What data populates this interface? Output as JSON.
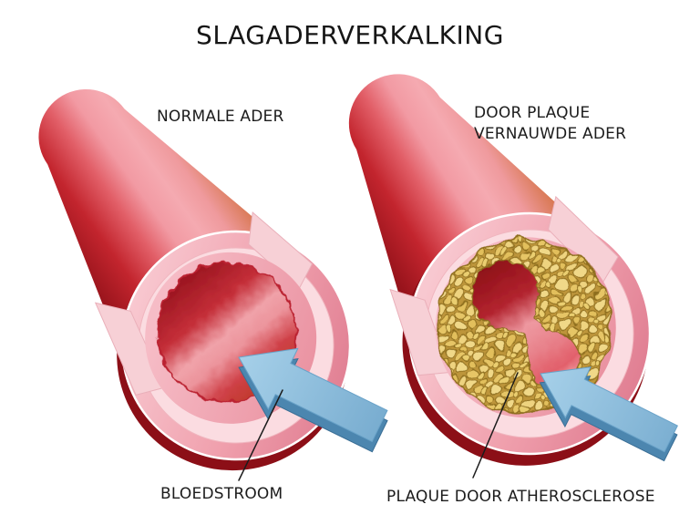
{
  "title": "SLAGADERVERKALKING",
  "panels": {
    "left": {
      "label": "NORMALE ADER",
      "caption": "BLOEDSTROOM"
    },
    "right": {
      "label_line1": "DOOR PLAQUE",
      "label_line2": "VERNAUWDE ADER",
      "caption": "PLAQUE DOOR ATHEROSCLEROSE"
    }
  },
  "icons": {
    "blood_flow_arrow_left": "arrow-pointing-up-left-into-vessel",
    "blood_flow_arrow_right": "arrow-pointing-up-left-into-narrowed-vessel"
  },
  "colors": {
    "background": "#ffffff",
    "text": "#1c1c1c",
    "artery_dark_red": "#8c0f17",
    "artery_red": "#c3252e",
    "artery_pink": "#f5aab1",
    "artery_orange_sheen": "#c8662e",
    "vessel_wall_pale_pink": "#fbdce1",
    "lumen_highlight_pink": "#f0a2a9",
    "lumen_deep_red": "#9a1520",
    "plaque_gold": "#e7c868",
    "plaque_outline": "#8d6d1c",
    "arrow_blue": "#8ebfde",
    "arrow_edge_blue": "#4c86af",
    "leader_line": "#1c1c1c"
  }
}
